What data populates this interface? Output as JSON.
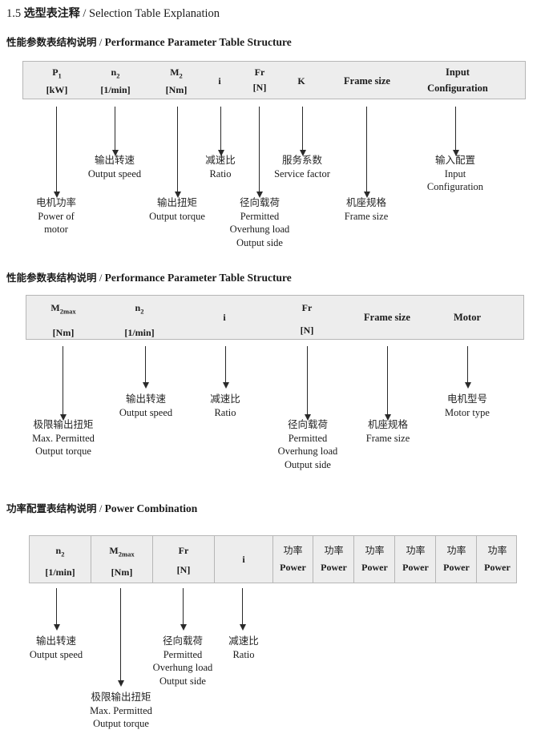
{
  "page": {
    "title_number": "1.5",
    "title_cn": "选型表注释",
    "title_sep": "/",
    "title_en": "Selection Table Explanation"
  },
  "sections": [
    {
      "heading_cn": "性能参数表结构说明",
      "heading_sep": "/",
      "heading_en": "Performance Parameter Table Structure",
      "table": {
        "columns": [
          {
            "line1": "P",
            "sub1": "1",
            "line2": "[kW]"
          },
          {
            "line1": "n",
            "sub1": "2",
            "line2": "[1/min]"
          },
          {
            "line1": "M",
            "sub1": "2",
            "line2": "[Nm]"
          },
          {
            "line1": "i",
            "sub1": "",
            "line2": ""
          },
          {
            "line1": "Fr",
            "sub1": "",
            "line2": "[N]"
          },
          {
            "line1": "K",
            "sub1": "",
            "line2": ""
          },
          {
            "line1": "Frame size",
            "sub1": "",
            "line2": ""
          },
          {
            "line1": "Input",
            "sub1": "",
            "line2": "Configuration"
          }
        ]
      },
      "notes": [
        {
          "cn": "电机功率",
          "en": [
            "Power of",
            "motor"
          ]
        },
        {
          "cn": "输出转速",
          "en": [
            "Output speed"
          ]
        },
        {
          "cn": "输出扭矩",
          "en": [
            "Output torque"
          ]
        },
        {
          "cn": "减速比",
          "en": [
            "Ratio"
          ]
        },
        {
          "cn": "径向载荷",
          "en": [
            "Permitted",
            "Overhung load",
            "Output side"
          ]
        },
        {
          "cn": "服务系数",
          "en": [
            "Service factor"
          ]
        },
        {
          "cn": "机座规格",
          "en": [
            "Frame size"
          ]
        },
        {
          "cn": "输入配置",
          "en": [
            "Input",
            "Configuration"
          ]
        }
      ]
    },
    {
      "heading_cn": "性能参数表结构说明",
      "heading_sep": "/",
      "heading_en": "Performance Parameter Table Structure",
      "table": {
        "columns": [
          {
            "line1": "M",
            "sub1": "2max",
            "line2": "[Nm]"
          },
          {
            "line1": "n",
            "sub1": "2",
            "line2": "[1/min]"
          },
          {
            "line1": "i",
            "sub1": "",
            "line2": ""
          },
          {
            "line1": "Fr",
            "sub1": "",
            "line2": "[N]"
          },
          {
            "line1": "Frame size",
            "sub1": "",
            "line2": ""
          },
          {
            "line1": "Motor",
            "sub1": "",
            "line2": ""
          }
        ]
      },
      "notes": [
        {
          "cn": "极限输出扭矩",
          "en": [
            "Max. Permitted",
            "Output  torque"
          ]
        },
        {
          "cn": "输出转速",
          "en": [
            "Output speed"
          ]
        },
        {
          "cn": "减速比",
          "en": [
            "Ratio"
          ]
        },
        {
          "cn": "径向载荷",
          "en": [
            "Permitted",
            "Overhung load",
            "Output side"
          ]
        },
        {
          "cn": "机座规格",
          "en": [
            "Frame size"
          ]
        },
        {
          "cn": "电机型号",
          "en": [
            "Motor type"
          ]
        }
      ]
    },
    {
      "heading_cn": "功率配置表结构说明",
      "heading_sep": "/",
      "heading_en": "Power Combination",
      "table": {
        "columns": [
          {
            "line1": "n",
            "sub1": "2",
            "line2": "[1/min]"
          },
          {
            "line1": "M",
            "sub1": "2max",
            "line2": "[Nm]"
          },
          {
            "line1": "Fr",
            "sub1": "",
            "line2": "[N]"
          },
          {
            "line1": "i",
            "sub1": "",
            "line2": ""
          },
          {
            "line1_cn": "功率",
            "line2": "Power"
          },
          {
            "line1_cn": "功率",
            "line2": "Power"
          },
          {
            "line1_cn": "功率",
            "line2": "Power"
          },
          {
            "line1_cn": "功率",
            "line2": "Power"
          },
          {
            "line1_cn": "功率",
            "line2": "Power"
          },
          {
            "line1_cn": "功率",
            "line2": "Power"
          }
        ]
      },
      "notes": [
        {
          "cn": "输出转速",
          "en": [
            "Output speed"
          ]
        },
        {
          "cn": "极限输出扭矩",
          "en": [
            "Max. Permitted",
            "Output  torque"
          ]
        },
        {
          "cn": "径向载荷",
          "en": [
            "Permitted",
            "Overhung load",
            "Output side"
          ]
        },
        {
          "cn": "减速比",
          "en": [
            "Ratio"
          ]
        }
      ]
    }
  ]
}
